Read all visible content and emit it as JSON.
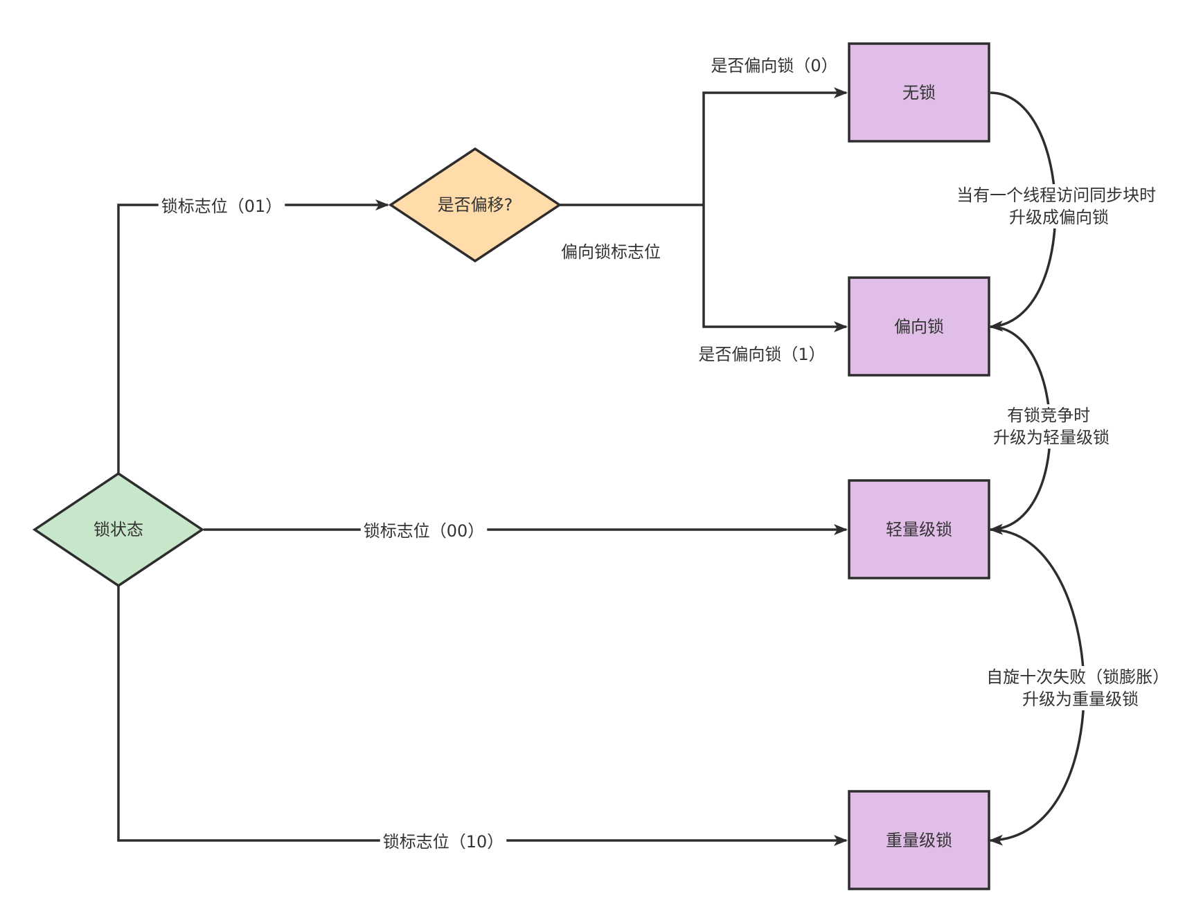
{
  "colors": {
    "diamond_start_fill": "#c8e6c9",
    "diamond_decision_fill": "#ffdcaa",
    "state_fill": "#e0bee8",
    "stroke": "#2d2d2d",
    "label_bg": "#ffffff",
    "text": "#333333"
  },
  "nodes": {
    "lock_state": "锁状态",
    "is_biased": "是否偏移?",
    "no_lock": "无锁",
    "biased_lock": "偏向锁",
    "lightweight_lock": "轻量级锁",
    "heavyweight_lock": "重量级锁"
  },
  "edges": {
    "flag_01": "锁标志位（01）",
    "flag_00": "锁标志位（00）",
    "flag_10": "锁标志位（10）",
    "biased_flag": "偏向锁标志位",
    "is_biased_0": "是否偏向锁（0）",
    "is_biased_1": "是否偏向锁（1）",
    "upgrade_to_biased": [
      "当有一个线程访问同步块时",
      "升级成偏向锁"
    ],
    "upgrade_to_lightweight": [
      "有锁竞争时",
      "升级为轻量级锁"
    ],
    "upgrade_to_heavyweight": [
      "自旋十次失败（锁膨胀）",
      "升级为重量级锁"
    ]
  }
}
